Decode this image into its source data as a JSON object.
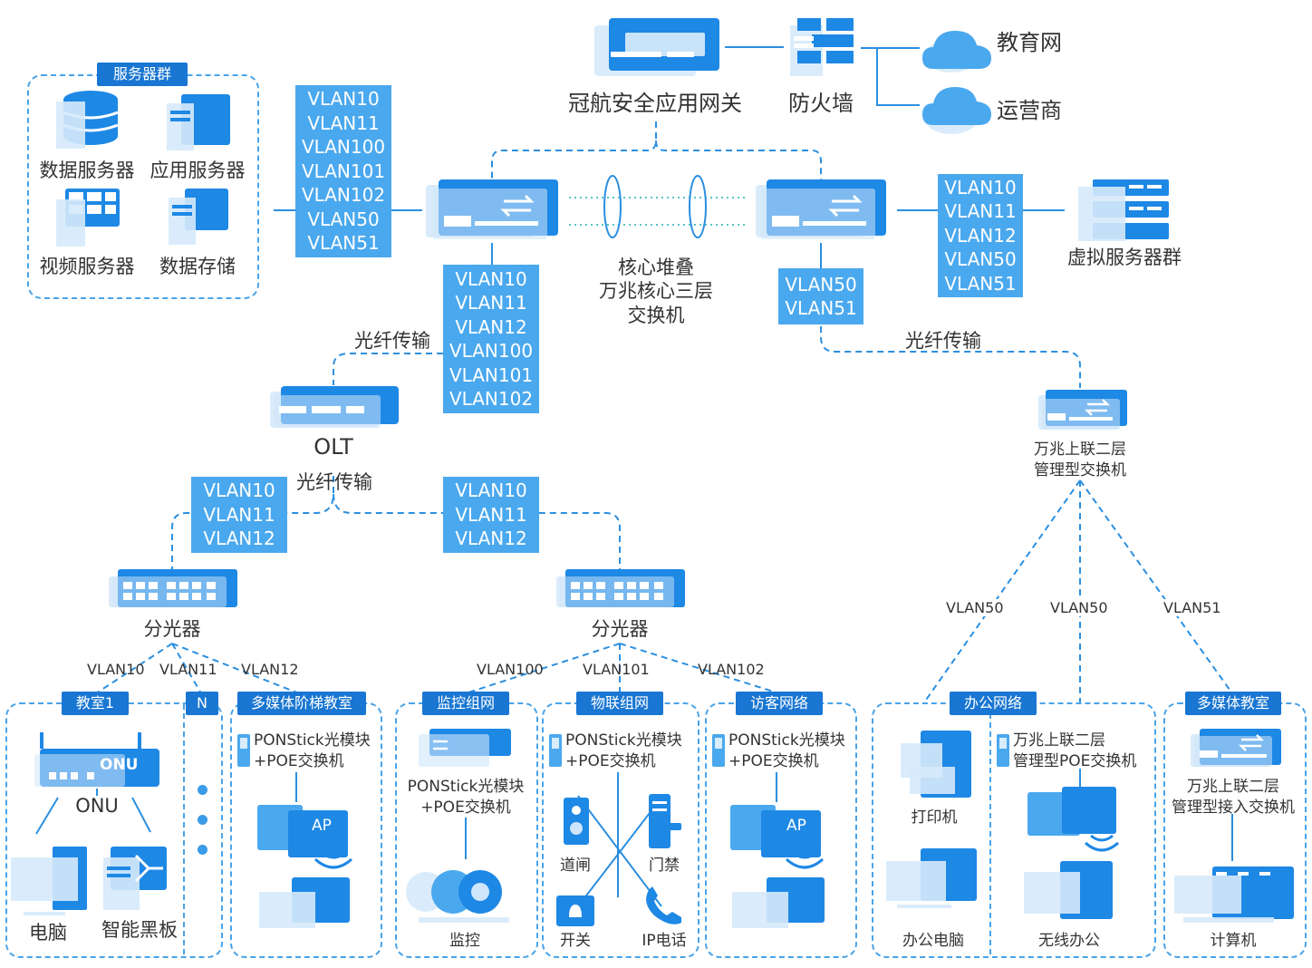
{
  "top": {
    "gateway_label": "冠航安全应用网关",
    "firewall_label": "防火墙",
    "cloud_edu": "教育网",
    "cloud_isp": "运营商"
  },
  "server_group": {
    "title": "服务器群",
    "data_server": "数据服务器",
    "app_server": "应用服务器",
    "video_server": "视频服务器",
    "storage": "数据存储"
  },
  "vlan_left": [
    "VLAN10",
    "VLAN11",
    "VLAN100",
    "VLAN101",
    "VLAN102",
    "VLAN50",
    "VLAN51"
  ],
  "vlan_right": [
    "VLAN10",
    "VLAN11",
    "VLAN12",
    "VLAN50",
    "VLAN51"
  ],
  "vlan_core_down": [
    "VLAN10",
    "VLAN11",
    "VLAN12",
    "VLAN100",
    "VLAN101",
    "VLAN102"
  ],
  "vlan_core_right_down": [
    "VLAN50",
    "VLAN51"
  ],
  "vlan_olt_left": [
    "VLAN10",
    "VLAN11",
    "VLAN12"
  ],
  "vlan_olt_right": [
    "VLAN10",
    "VLAN11",
    "VLAN12"
  ],
  "core": {
    "line1": "核心堆叠",
    "line2": "万兆核心三层",
    "line3": "交换机"
  },
  "virtual_servers": "虚拟服务器群",
  "fiber1": "光纤传输",
  "fiber2": "光纤传输",
  "fiber3": "光纤传输",
  "olt": "OLT",
  "uplink_switch": {
    "line1": "万兆上联二层",
    "line2": "管理型交换机"
  },
  "splitter_left": "分光器",
  "splitter_right": "分光器",
  "edges": {
    "sl_vlan10": "VLAN10",
    "sl_vlan11": "VLAN11",
    "sl_vlan12": "VLAN12",
    "sr_vlan100": "VLAN100",
    "sr_vlan101": "VLAN101",
    "sr_vlan102": "VLAN102",
    "up_vlan50a": "VLAN50",
    "up_vlan50b": "VLAN50",
    "up_vlan51": "VLAN51"
  },
  "classroom1": {
    "title": "教室1",
    "onu_badge": "ONU",
    "onu_label": "ONU",
    "pc": "电脑",
    "blackboard": "智能黑板"
  },
  "n_tag": "N",
  "multimedia_stair": {
    "title": "多媒体阶梯教室",
    "line1": "PONStick光模块",
    "line2": "+POE交换机",
    "ap": "AP"
  },
  "monitor_net": {
    "title": "监控组网",
    "line1": "PONStick光模块",
    "line2": "+POE交换机",
    "camera": "监控"
  },
  "iot_net": {
    "title": "物联组网",
    "line1": "PONStick光模块",
    "line2": "+POE交换机",
    "gate": "道闸",
    "access": "门禁",
    "switch": "开关",
    "ipphone": "IP电话"
  },
  "visitor_net": {
    "title": "访客网络",
    "line1": "PONStick光模块",
    "line2": "+POE交换机",
    "ap": "AP"
  },
  "office_net": {
    "title": "办公网络",
    "printer": "打印机",
    "office_pc": "办公电脑",
    "poe_line1": "万兆上联二层",
    "poe_line2": "管理型POE交换机",
    "wireless": "无线办公"
  },
  "multimedia_room": {
    "title": "多媒体教室",
    "line1": "万兆上联二层",
    "line2": "管理型接入交换机",
    "computer": "计算机"
  },
  "colors": {
    "primary": "#1976d2",
    "light": "#4aa8ee",
    "pale": "#cfe6fa"
  }
}
